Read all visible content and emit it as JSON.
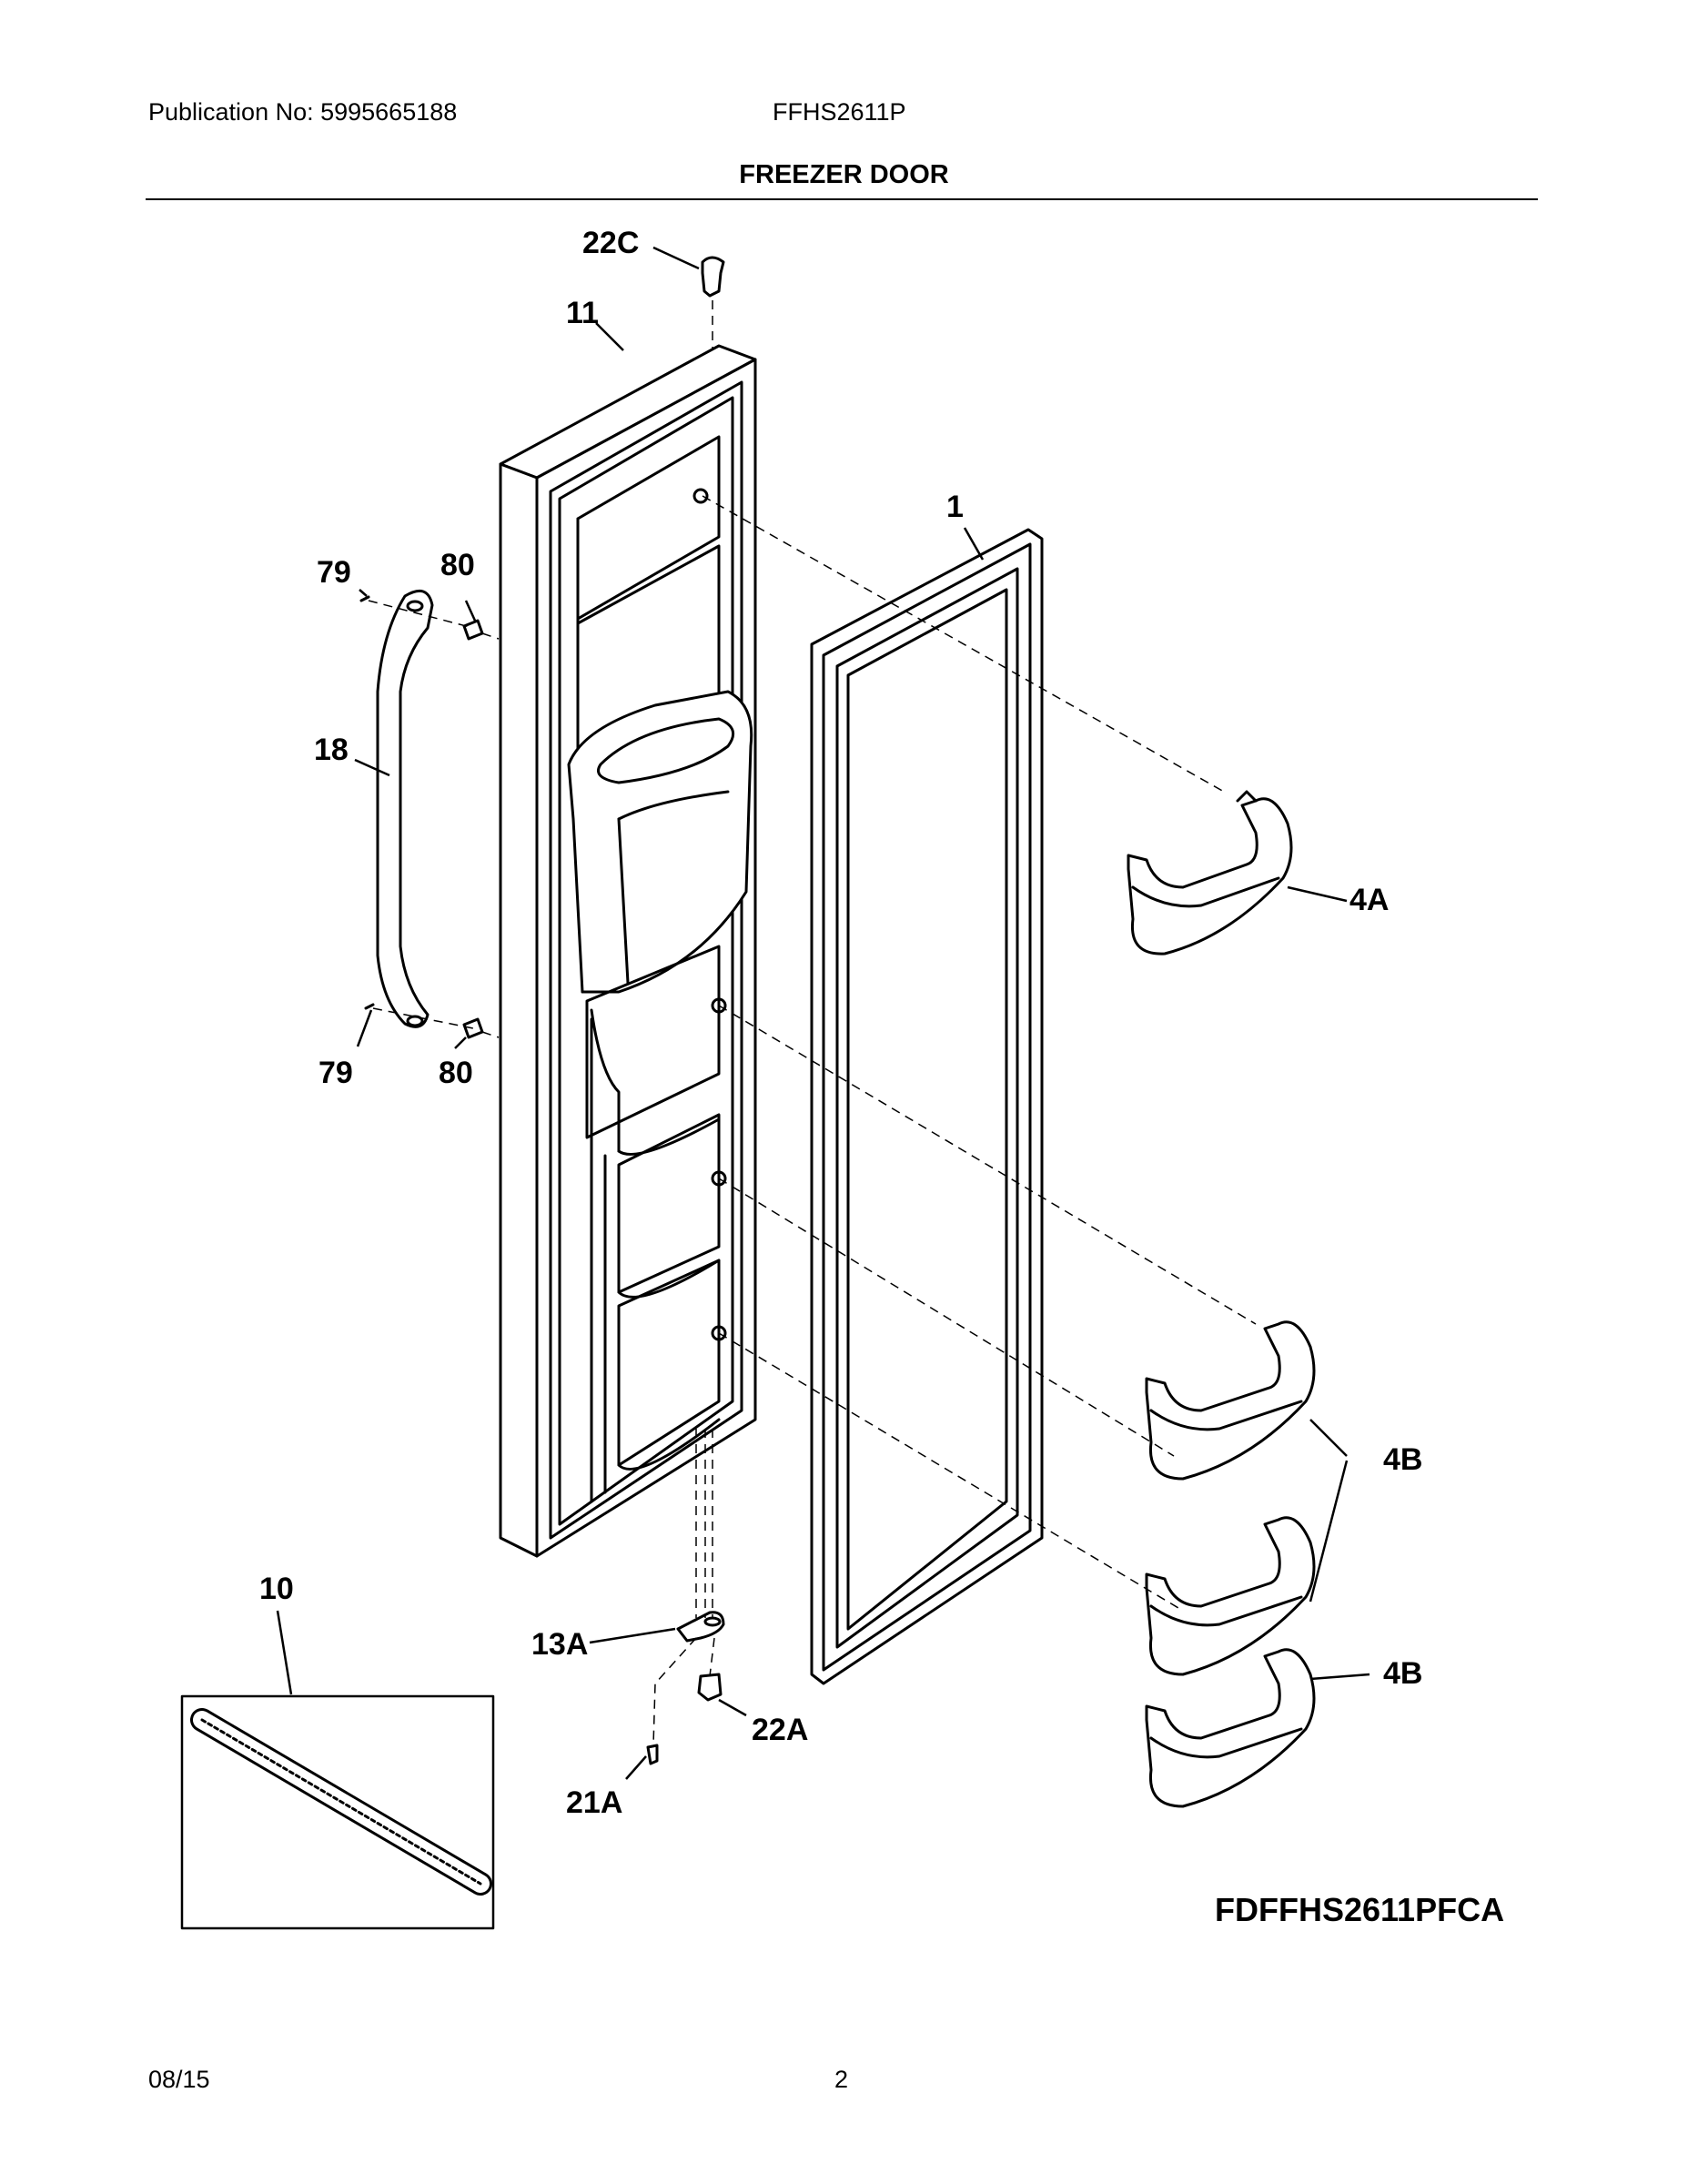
{
  "header": {
    "publication": "Publication No: 5995665188",
    "model": "FFHS2611P",
    "section_title": "FREEZER DOOR"
  },
  "callouts": {
    "c22C": "22C",
    "c11": "11",
    "c1": "1",
    "c79_top": "79",
    "c80_top": "80",
    "c18": "18",
    "c4A": "4A",
    "c79_bottom": "79",
    "c80_bottom": "80",
    "c4B_pair": "4B",
    "c4B_single": "4B",
    "c10": "10",
    "c13A": "13A",
    "c22A": "22A",
    "c21A": "21A"
  },
  "figure_code": "FDFFHS2611PFCA",
  "footer": {
    "date": "08/15",
    "page": "2"
  }
}
